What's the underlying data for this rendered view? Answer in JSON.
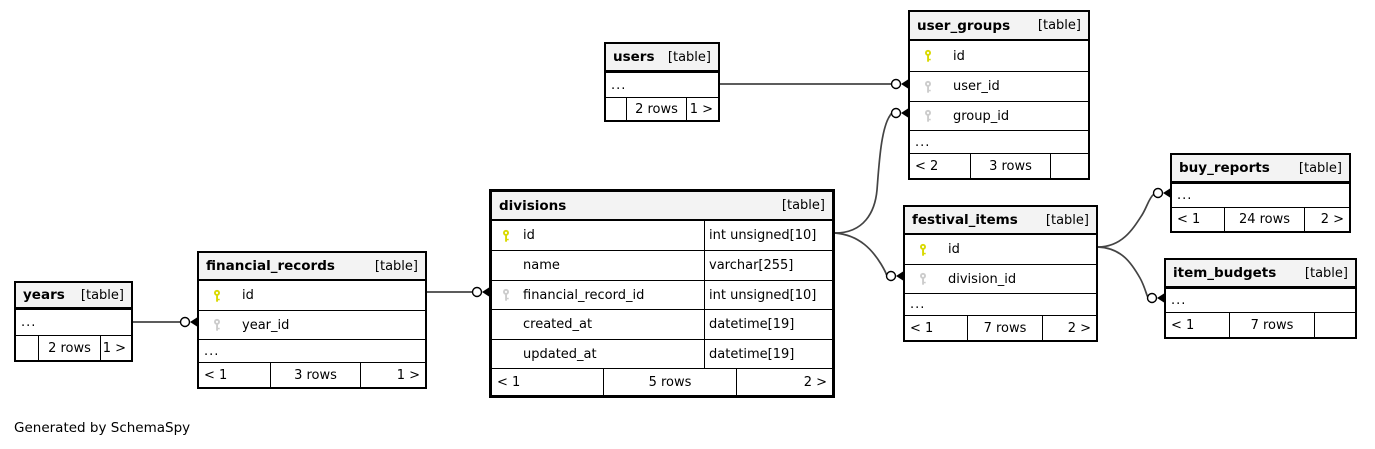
{
  "diagram": {
    "caption": "Generated by SchemaSpy",
    "colors": {
      "primary_key_icon": "#d9d900",
      "foreign_key_icon": "#cccccc",
      "header_bg": "#f3f3f3",
      "border": "#000000",
      "relationship_line": "#444444"
    },
    "tables": {
      "users": {
        "title": "users",
        "type_label": "[table]",
        "columns": [
          {
            "name": "...",
            "key": "none"
          }
        ],
        "footer": [
          "",
          "2 rows",
          "1 >"
        ]
      },
      "user_groups": {
        "title": "user_groups",
        "type_label": "[table]",
        "columns": [
          {
            "name": "id",
            "key": "primary"
          },
          {
            "name": "user_id",
            "key": "foreign"
          },
          {
            "name": "group_id",
            "key": "foreign"
          },
          {
            "name": "...",
            "key": "none"
          }
        ],
        "footer": [
          "< 2",
          "3 rows",
          ""
        ]
      },
      "divisions": {
        "title": "divisions",
        "type_label": "[table]",
        "emphasized": true,
        "columns": [
          {
            "name": "id",
            "type": "int unsigned[10]",
            "key": "primary"
          },
          {
            "name": "name",
            "type": "varchar[255]",
            "key": "none"
          },
          {
            "name": "financial_record_id",
            "type": "int unsigned[10]",
            "key": "foreign"
          },
          {
            "name": "created_at",
            "type": "datetime[19]",
            "key": "none"
          },
          {
            "name": "updated_at",
            "type": "datetime[19]",
            "key": "none"
          }
        ],
        "footer": [
          "< 1",
          "5 rows",
          "2 >"
        ]
      },
      "financial_records": {
        "title": "financial_records",
        "type_label": "[table]",
        "columns": [
          {
            "name": "id",
            "key": "primary"
          },
          {
            "name": "year_id",
            "key": "foreign"
          },
          {
            "name": "...",
            "key": "none"
          }
        ],
        "footer": [
          "< 1",
          "3 rows",
          "1 >"
        ]
      },
      "years": {
        "title": "years",
        "type_label": "[table]",
        "columns": [
          {
            "name": "...",
            "key": "none"
          }
        ],
        "footer": [
          "",
          "2 rows",
          "1 >"
        ]
      },
      "festival_items": {
        "title": "festival_items",
        "type_label": "[table]",
        "columns": [
          {
            "name": "id",
            "key": "primary"
          },
          {
            "name": "division_id",
            "key": "foreign"
          },
          {
            "name": "...",
            "key": "none"
          }
        ],
        "footer": [
          "< 1",
          "7 rows",
          "2 >"
        ]
      },
      "buy_reports": {
        "title": "buy_reports",
        "type_label": "[table]",
        "columns": [
          {
            "name": "...",
            "key": "none"
          }
        ],
        "footer": [
          "< 1",
          "24 rows",
          "2 >"
        ]
      },
      "item_budgets": {
        "title": "item_budgets",
        "type_label": "[table]",
        "columns": [
          {
            "name": "...",
            "key": "none"
          }
        ],
        "footer": [
          "< 1",
          "7 rows",
          ""
        ]
      }
    },
    "relationships": [
      {
        "from": "users",
        "to": "user_groups.user_id"
      },
      {
        "from": "divisions.id",
        "to": "user_groups.group_id"
      },
      {
        "from": "divisions.id",
        "to": "festival_items.division_id"
      },
      {
        "from": "years",
        "to": "financial_records.year_id"
      },
      {
        "from": "financial_records.id",
        "to": "divisions.financial_record_id"
      },
      {
        "from": "festival_items.id",
        "to": "buy_reports"
      },
      {
        "from": "festival_items.id",
        "to": "item_budgets"
      }
    ]
  }
}
